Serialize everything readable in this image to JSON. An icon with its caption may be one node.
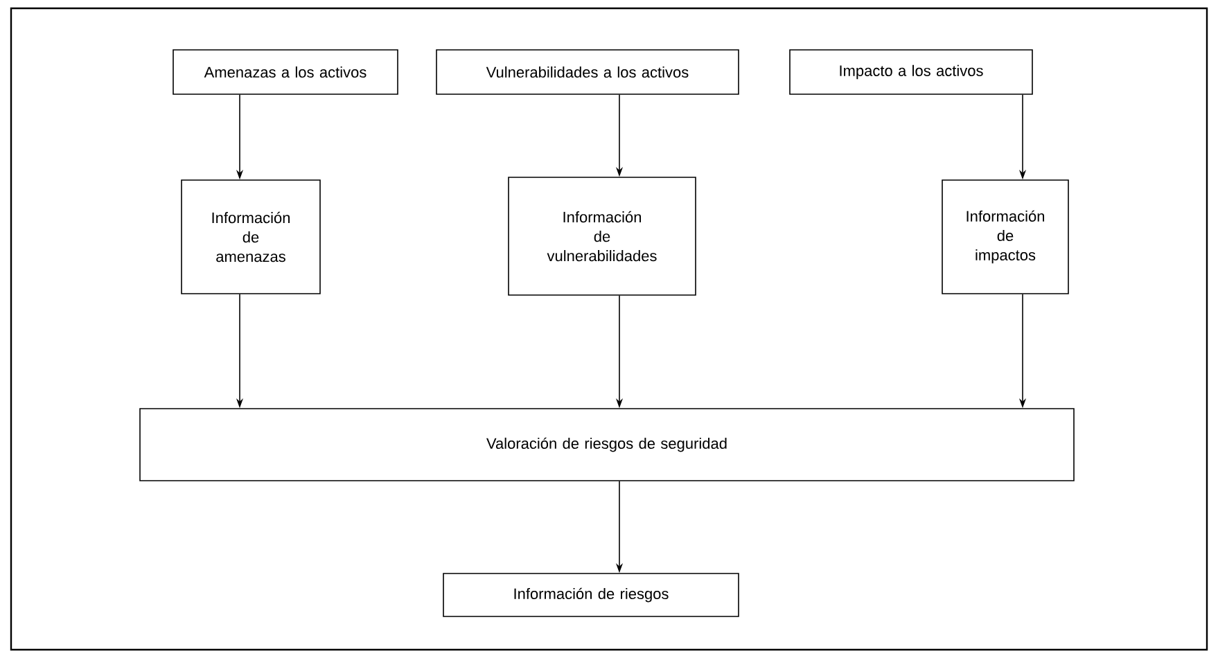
{
  "diagram": {
    "nodes": [
      {
        "text": [
          "Amenazas a los activos"
        ]
      },
      {
        "text": [
          "Vulnerabilidades a los activos"
        ]
      },
      {
        "text": [
          "Impacto a los activos"
        ]
      },
      {
        "text": [
          "Información de amenazas"
        ]
      },
      {
        "text": [
          "Información de vulnerabilidades"
        ]
      },
      {
        "text": [
          "Información de impactos"
        ]
      },
      {
        "text": [
          "Valoración de riesgos de seguridad"
        ]
      },
      {
        "text": [
          "Información de riesgos"
        ]
      }
    ],
    "edges": [
      {
        "from": 0,
        "to": 3,
        "arrow": "to"
      },
      {
        "from": 1,
        "to": 4,
        "arrow": "to"
      },
      {
        "from": 2,
        "to": 5,
        "arrow": "to"
      },
      {
        "from": 3,
        "to": 6,
        "arrow": "to"
      },
      {
        "from": 4,
        "to": 6,
        "arrow": "to"
      },
      {
        "from": 5,
        "to": 6,
        "arrow": "to"
      },
      {
        "from": 6,
        "to": 7,
        "arrow": "to"
      }
    ]
  }
}
